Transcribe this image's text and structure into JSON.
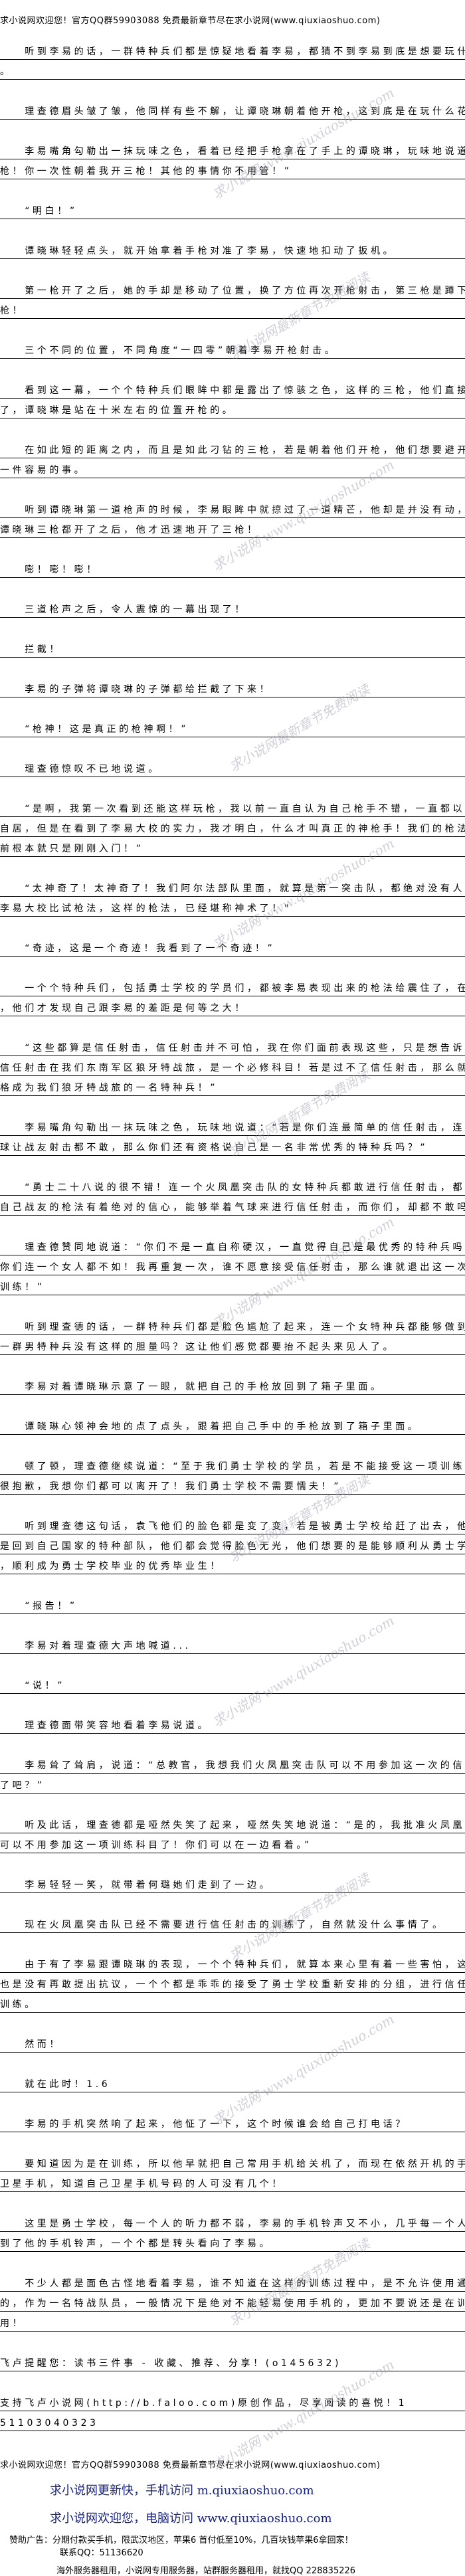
{
  "header": {
    "banner": "求小说网欢迎您！官方QQ群59903088 免费最新章节尽在求小说网(www.qiuxiaoshuo.com)"
  },
  "paragraphs": [
    [
      "　　听到李易的话，一群特种兵们都是惊疑地看着李易，都猜不到李易到底是想要玩什么花样",
      "。"
    ],
    [
      "　　理查德眉头皱了皱，他同样有些不解，让谭晓琳朝着他开枪，这到底是在玩什么花样？"
    ],
    [
      "　　李易嘴角勾勒出一抹玩味之色，看着已经把手枪拿在了手上的谭晓琳，玩味地说道：“三",
      "枪！你一次性朝着我开三枪！其他的事情你不用管！”"
    ],
    [
      "　　“明白！”"
    ],
    [
      "　　谭晓琳轻轻点头，就开始拿着手枪对准了李易，快速地扣动了扳机。"
    ],
    [
      "　　第一枪开了之后，她的手却是移动了位置，换了方位再次开枪射击，第三枪是蹲下来开的",
      "枪！"
    ],
    [
      "　　三个不同的位置，不同角度“一四零”朝着李易开枪射击。"
    ],
    [
      "　　看到这一幕，一个个特种兵们眼眸中都是露出了惊骇之色，这样的三枪，他们直接就看懵",
      "了，谭晓琳是站在十米左右的位置开枪的。"
    ],
    [
      "　　在如此短的距离之内，而且是如此刁钻的三枪，若是朝着他们开枪，他们想要避开都不是",
      "一件容易的事。"
    ],
    [
      "　　听到谭晓琳第一道枪声的时候，李易眼眸中就掠过了一道精芒，他却是并没有动，而是在",
      "谭晓琳三枪都开了之后，他才迅速地开了三枪！"
    ],
    [
      "　　嘭！嘭！嘭！"
    ],
    [
      "　　三道枪声之后，令人震惊的一幕出现了！"
    ],
    [
      "　　拦截！"
    ],
    [
      "　　李易的子弹将谭晓琳的子弹都给拦截了下来！"
    ],
    [
      "　　“枪神！这是真正的枪神啊！”"
    ],
    [
      "　　理查德惊叹不已地说道。"
    ],
    [
      "　　“是啊，我第一次看到还能这样玩枪，我以前一直自认为自己枪手不错，一直都以神枪手",
      "自居，但是在看到了李易大校的实力，我才明白，什么才叫真正的神枪手！我们的枪法在他面",
      "前根本就只是刚刚入门！”"
    ],
    [
      "　　“太神奇了！太神奇了！我们阿尔法部队里面，就算是第一突击队，都绝对没有人能够跟",
      "李易大校比试枪法，这样的枪法，已经堪称神术了！”"
    ],
    [
      "　　“奇迹，这是一个奇迹！我看到了一个奇迹！”"
    ],
    [
      "　　一个个特种兵们，包括勇士学校的学员们，都被李易表现出来的枪法给震住了，在这一刻",
      "，他们才发现自己跟李易的差距是何等之大！"
    ],
    [
      "　　“这些都算是信任射击，信任射击并不可怕，我在你们面前表现这些，只是想告诉你们！",
      "信任射击在我们东南军区狼牙特战旅，是一个必修科目！若是过不了信任射击，那么就没有资",
      "格成为我们狼牙特战旅的一名特种兵！”"
    ],
    [
      "　　李易嘴角勾勒出一抹玩味之色，玩味地说道：“若是你们连最简单的信任射击，连拿着气",
      "球让战友射击都不敢，那么你们还有资格说自己是一名非常优秀的特种兵吗？”"
    ],
    [
      "　　“勇士二十八说的很不错！连一个火凤凰突击队的女特种兵都敢进行信任射击，都能够对",
      "自己战友的枪法有着绝对的信心，能够举着气球来进行信任射击，而你们，却都不敢吗？”"
    ],
    [
      "　　理查德赞同地说道：“你们不是一直自称硬汉，一直觉得自己是最优秀的特种兵吗？我看",
      "你们连一个女人都不如！我再重复一次，谁不愿意接受信任射击，那么谁就退出这一次的联合",
      "训练！”"
    ],
    [
      "　　听到理查德的话，一群特种兵们都是脸色尴尬了起来，连一个女特种兵都能够做到，他们",
      "一群男特种兵没有这样的胆量吗？这让他们感觉都要抬不起头来见人了。"
    ],
    [
      "　　李易对着谭晓琳示意了一眼，就把自己的手枪放回到了箱子里面。"
    ],
    [
      "　　谭晓琳心领神会地的点了点头，跟着把自己手中的手枪放到了箱子里面。"
    ],
    [
      "　　顿了顿，理查德继续说道：“至于我们勇士学校的学员，若是不能接受这一项训练，那么",
      "很抱歉，我想你们都可以离开了！我们勇士学校不需要懦夫！”"
    ],
    [
      "　　听到理查德这句话，袁飞他们的脸色都是变了变，若是被勇士学校给赶了出去，他们就算",
      "是回到自己国家的特种部队，他们都会觉得脸色无光，他们想要的是能够顺利从勇士学校毕业",
      "，顺利成为勇士学校毕业的优秀毕业生！"
    ],
    [
      "　　“报告！”"
    ],
    [
      "　　李易对着理查德大声地喊道..."
    ],
    [
      "　　“说！”"
    ],
    [
      "　　理查德面带笑容地看着李易说道。"
    ],
    [
      "　　李易耸了耸肩，说道：“总教官，我想我们火凤凰突击队可以不用参加这一次的信任射击",
      "了吧？”"
    ],
    [
      "　　听及此话，理查德都是哑然失笑了起来，哑然失笑地说道：“是的，我批准火凤凰突击队",
      "可以不用参加这一项训练科目了！你们可以在一边看着。”"
    ],
    [
      "　　李易轻轻一笑，就带着何璐她们走到了一边。"
    ],
    [
      "　　现在火凤凰突击队已经不需要进行信任射击的训练了，自然就没什么事情了。"
    ],
    [
      "　　由于有了李易跟谭晓琳的表现，一个个特种兵们，就算本来心里有着一些害怕，这个时候",
      "也是没有再敢提出抗议，一个个都是乖乖的接受了勇士学校重新安排的分组，进行信任射击的",
      "训练。"
    ],
    [
      "　　然而！"
    ],
    [
      "　　就在此时！1.6"
    ],
    [
      "　　李易的手机突然响了起来，他怔了一下，这个时候谁会给自己打电话？"
    ],
    [
      "　　要知道因为是在训练，所以他早就把自己常用手机给关机了，而现在依然开机的手机却是",
      "卫星手机，知道自己卫星手机号码的人可没有几个！"
    ],
    [
      "　　这里是勇士学校，每一个人的听力都不弱，李易的手机铃声又不小，几乎每一个人都是听",
      "到了他的手机铃声，一个个都是转头看向了李易。"
    ],
    [
      "　　不少人都是面色古怪地看着李易，谁不知道在这样的训练过程中，是不允许使用通讯设备",
      "的，作为一名特战队员，一般情况下是绝对不能轻易使用手机的，更加不要说还是在训练中使",
      "用！"
    ],
    [
      "飞卢提醒您：读书三件事 - 收藏、推荐、分享！(o145632)"
    ],
    [
      "支持飞卢小说网(http://b.faloo.com)原创作品，尽享阅读的喜悦！1",
      "51103040323"
    ]
  ],
  "footer": {
    "welcome": "求小说网欢迎您！官方QQ群59903088 免费最新章节尽在求小说网(www.qiuxiaoshuo.com)",
    "mobile": "求小说网更新快，手机访问 m.qiuxiaoshuo.com",
    "desktop": "求小说网欢迎您，电脑访问 www.qiuxiaoshuo.com",
    "ad1": "赞助广告：分期付款买手机，限武汉地区，苹果6 首付低至10%，几百块钱苹果6拿回家！",
    "ad1_contact": "联系QQ：51136620",
    "ad2": "海外服务器租用，小说网专用服务器，站群服务器租用，就找QQ 228835226"
  },
  "watermarks": {
    "site": "求小说网 www.qiuxiaoshuo.com",
    "slogan": "求小说网最新章节免费阅读"
  }
}
